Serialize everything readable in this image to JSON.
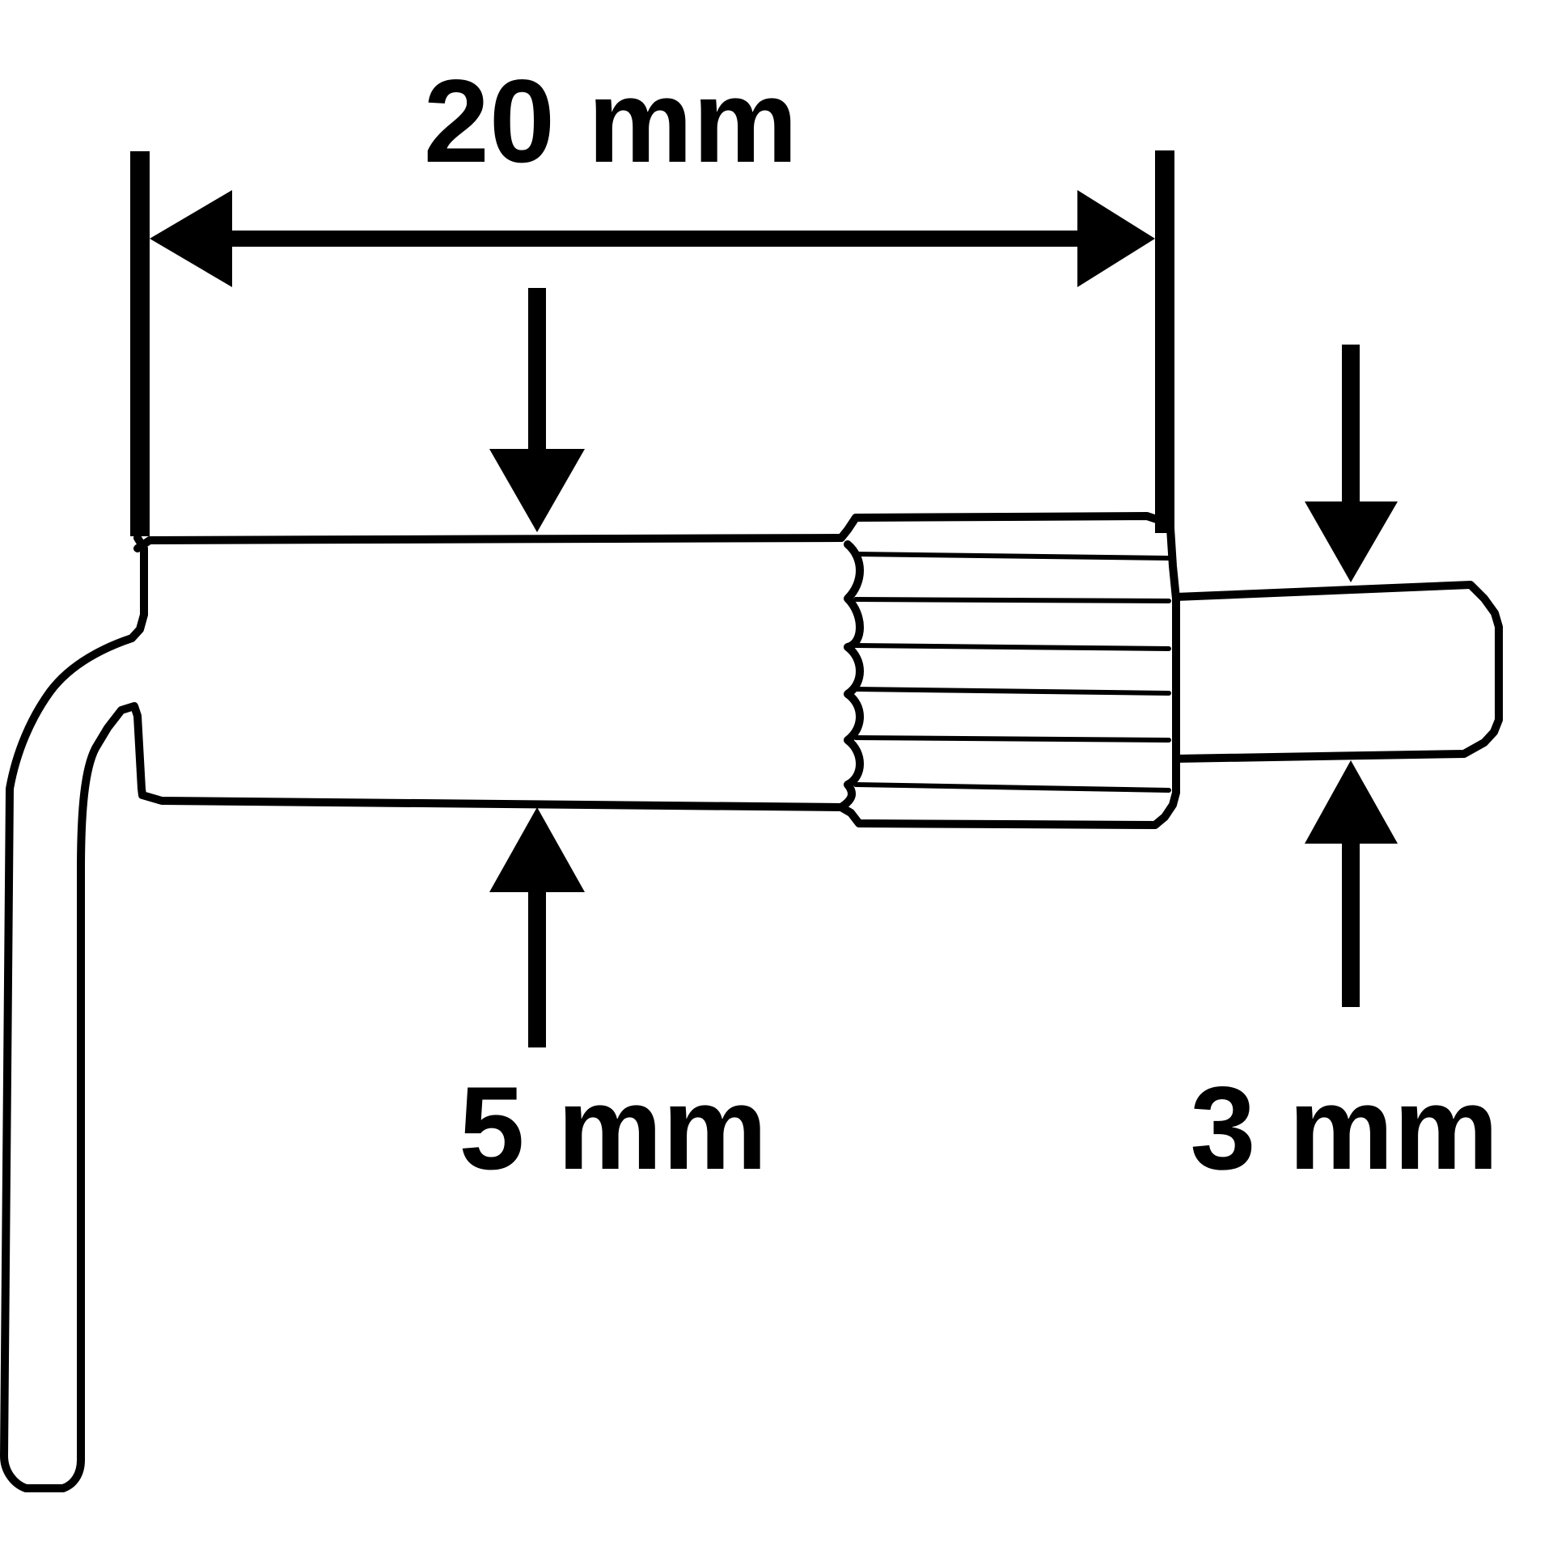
{
  "dimensions": {
    "length_label": "20 mm",
    "body_diameter_label": "5 mm",
    "pin_diameter_label": "3 mm"
  },
  "colors": {
    "line": "#000000",
    "background": "#ffffff"
  }
}
